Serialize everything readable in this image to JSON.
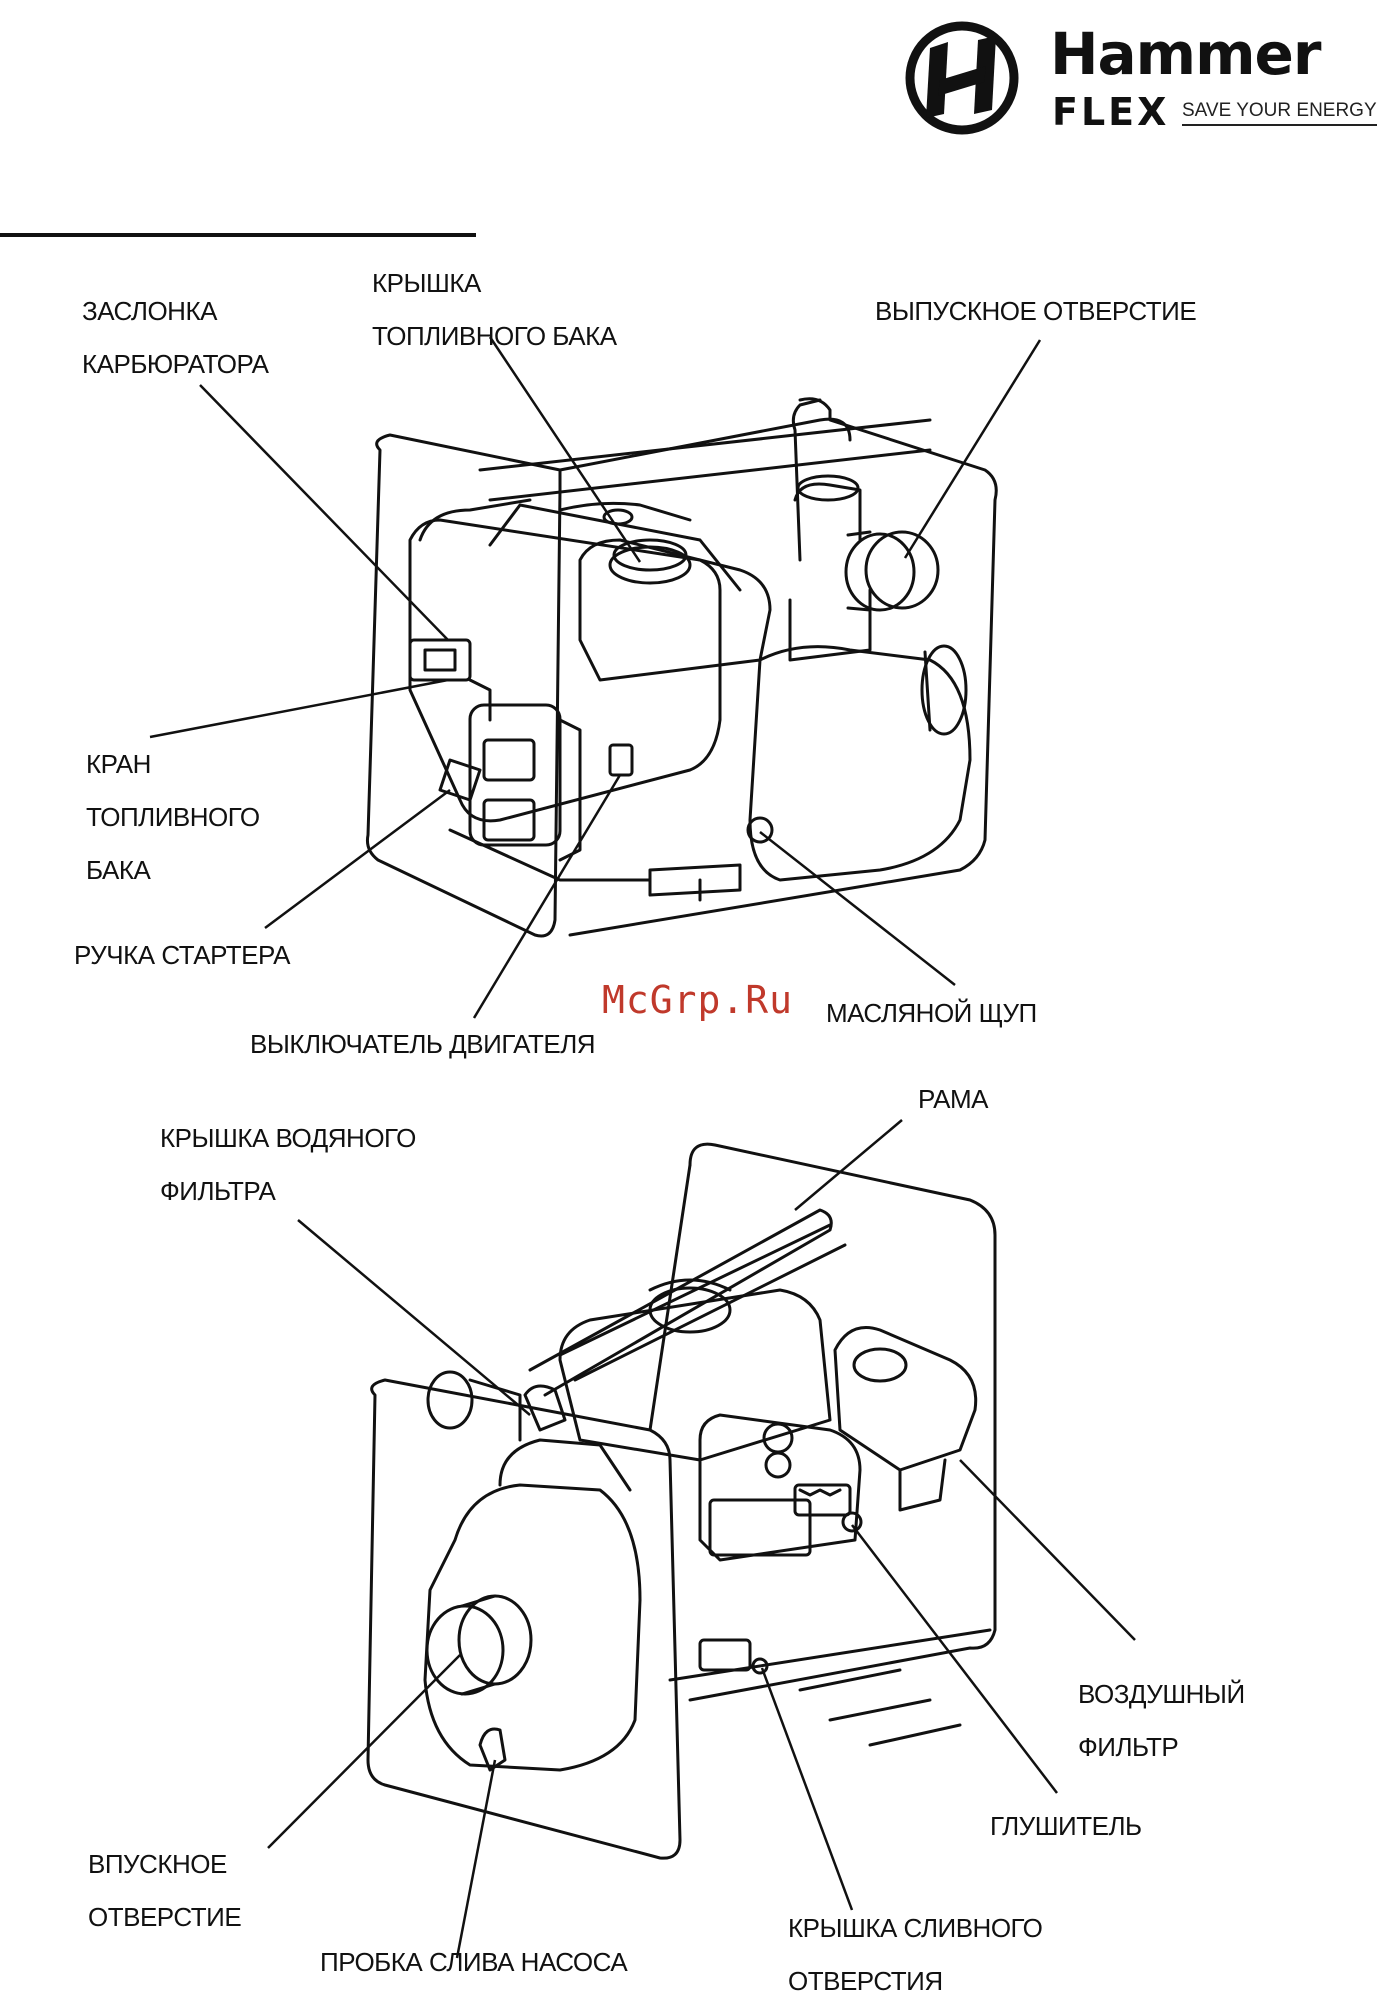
{
  "brand": {
    "name": "Hammer",
    "sub": "FLEX",
    "slogan": "SAVE YOUR ENERGY",
    "icon": "hammer-logo-icon"
  },
  "watermark": "McGrp.Ru",
  "diagram_top": {
    "labels": {
      "choke": [
        "ЗАСЛОНКА",
        "КАРБЮРАТОРА"
      ],
      "fuel_cap": [
        "КРЫШКА",
        "ТОПЛИВНОГО БАКА"
      ],
      "outlet": [
        "ВЫПУСКНОЕ ОТВЕРСТИЕ"
      ],
      "fuel_valve": [
        "КРАН",
        "ТОПЛИВНОГО",
        "БАКА"
      ],
      "starter": [
        "РУЧКА СТАРТЕРА"
      ],
      "engine_switch": [
        "ВЫКЛЮЧАТЕЛЬ ДВИГАТЕЛЯ"
      ],
      "dipstick": [
        "МАСЛЯНОЙ ЩУП"
      ]
    }
  },
  "diagram_bottom": {
    "labels": {
      "frame": [
        "РАМА"
      ],
      "water_filter_cap": [
        "КРЫШКА ВОДЯНОГО",
        "ФИЛЬТРА"
      ],
      "air_filter": [
        "ВОЗДУШНЫЙ",
        "ФИЛЬТР"
      ],
      "muffler": [
        "ГЛУШИТЕЛЬ"
      ],
      "inlet": [
        "ВПУСКНОЕ",
        "ОТВЕРСТИЕ"
      ],
      "drain_cap": [
        "КРЫШКА СЛИВНОГО",
        "ОТВЕРСТИЯ"
      ],
      "pump_drain_plug": [
        "ПРОБКА СЛИВА НАСОСА"
      ]
    }
  }
}
